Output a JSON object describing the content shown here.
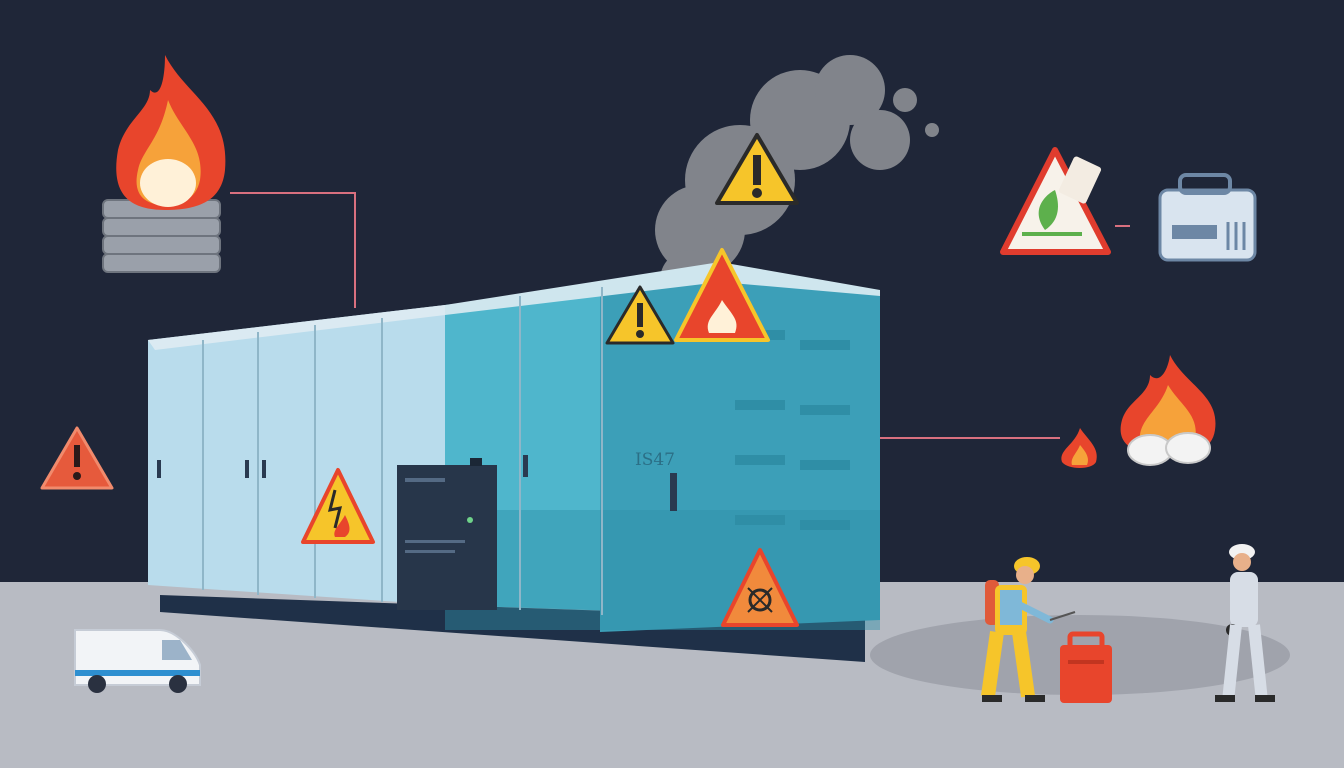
{
  "scene": {
    "cabinet_label": "IS47",
    "colors": {
      "background": "#1f2638",
      "floor": "#b8bbc3",
      "cabinet_light": "#b9dcec",
      "cabinet_teal": "#4fb6cc",
      "base": "#1f3048",
      "warning_yellow": "#f6c52a",
      "warning_red": "#e2493a",
      "connector_line": "#d9707f",
      "smoke": "#8c8f95"
    },
    "icons": [
      "fire-icon",
      "warning-icon",
      "high-voltage-icon",
      "biohazard-icon",
      "eco-hazard-icon",
      "battery-icon",
      "ambulance-icon",
      "firefighter-figure",
      "worker-figure",
      "fuel-canister-icon"
    ]
  }
}
